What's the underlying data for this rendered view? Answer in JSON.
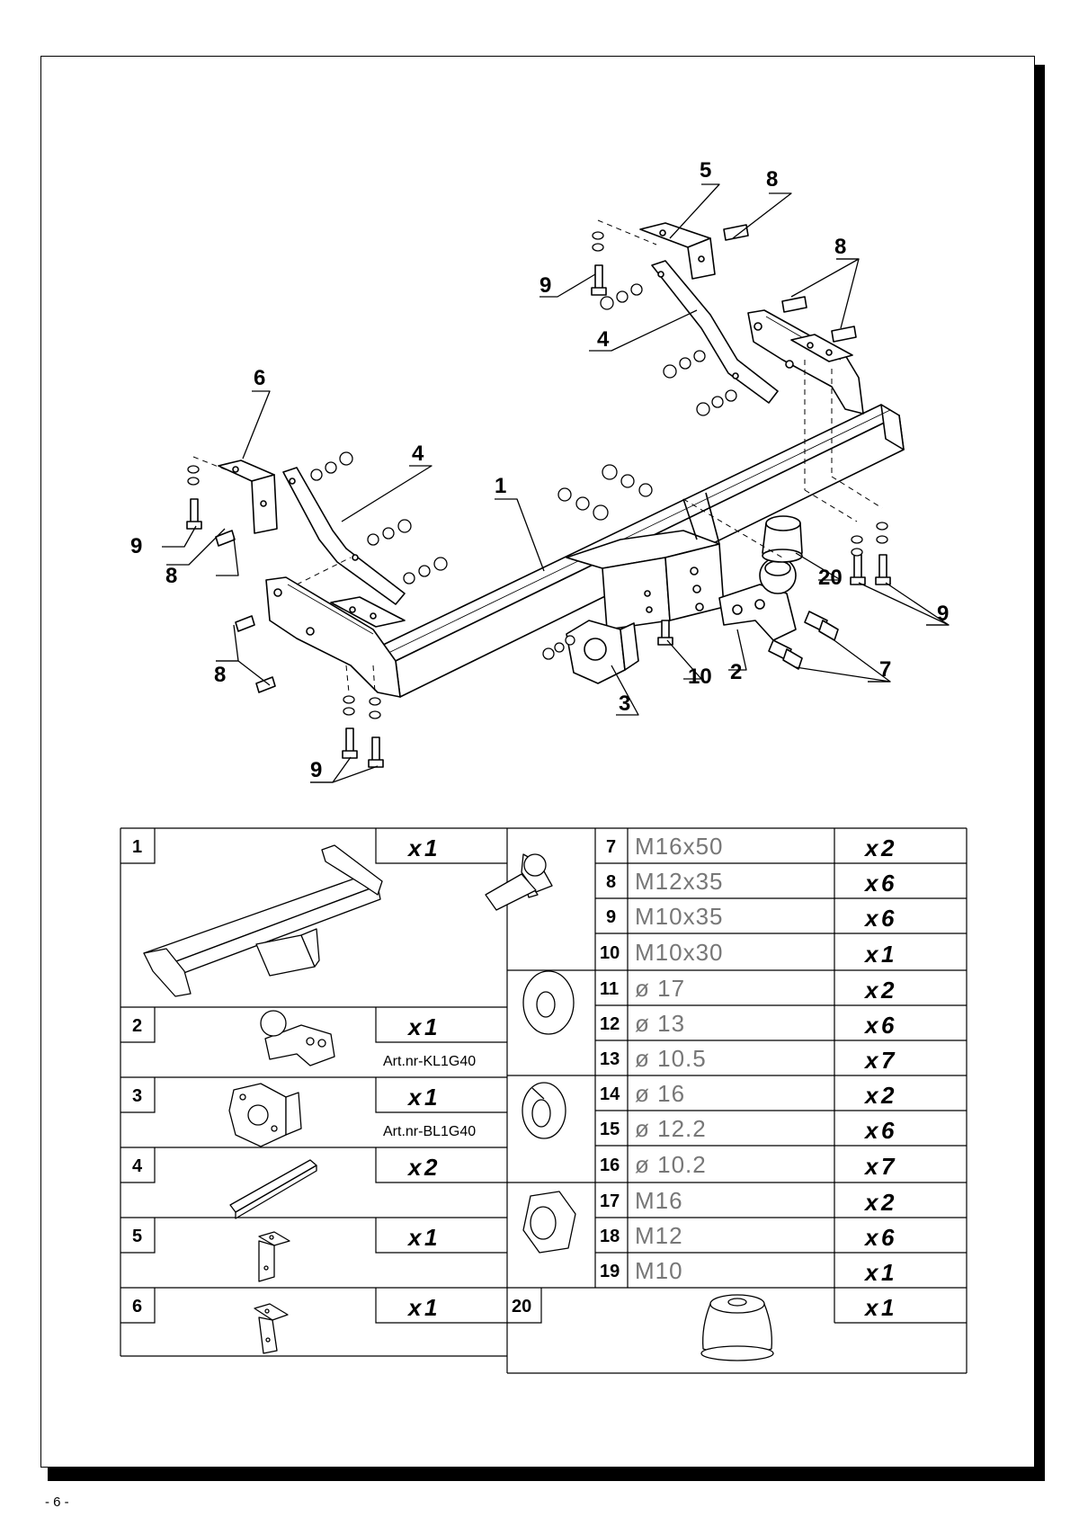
{
  "page": {
    "number": "- 6 -"
  },
  "diagram": {
    "labels": {
      "l1": "1",
      "l2": "2",
      "l3": "3",
      "l4a": "4",
      "l4b": "4",
      "l5": "5",
      "l6": "6",
      "l7": "7",
      "l8a": "8",
      "l8b": "8",
      "l8c": "8",
      "l8d": "8",
      "l9a": "9",
      "l9b": "9",
      "l9c": "9",
      "l9d": "9",
      "l10": "10",
      "l20": "20"
    }
  },
  "parts_left": [
    {
      "num": "1",
      "qty_prefix": "x",
      "qty": "1",
      "art": ""
    },
    {
      "num": "2",
      "qty_prefix": "x",
      "qty": "1",
      "art": "Art.nr-KL1G40"
    },
    {
      "num": "3",
      "qty_prefix": "x",
      "qty": "1",
      "art": "Art.nr-BL1G40"
    },
    {
      "num": "4",
      "qty_prefix": "x",
      "qty": "2",
      "art": ""
    },
    {
      "num": "5",
      "qty_prefix": "x",
      "qty": "1",
      "art": ""
    },
    {
      "num": "6",
      "qty_prefix": "x",
      "qty": "1",
      "art": ""
    }
  ],
  "parts_right": [
    {
      "num": "7",
      "spec": "M16x50",
      "qty_prefix": "x",
      "qty": "2",
      "group": "bolt"
    },
    {
      "num": "8",
      "spec": "M12x35",
      "qty_prefix": "x",
      "qty": "6",
      "group": "bolt"
    },
    {
      "num": "9",
      "spec": "M10x35",
      "qty_prefix": "x",
      "qty": "6",
      "group": "bolt"
    },
    {
      "num": "10",
      "spec": "M10x30",
      "qty_prefix": "x",
      "qty": "1",
      "group": "bolt"
    },
    {
      "num": "11",
      "spec": "ø 17",
      "qty_prefix": "x",
      "qty": "2",
      "group": "washer"
    },
    {
      "num": "12",
      "spec": "ø 13",
      "qty_prefix": "x",
      "qty": "6",
      "group": "washer"
    },
    {
      "num": "13",
      "spec": "ø 10.5",
      "qty_prefix": "x",
      "qty": "7",
      "group": "washer"
    },
    {
      "num": "14",
      "spec": "ø 16",
      "qty_prefix": "x",
      "qty": "2",
      "group": "spring-washer"
    },
    {
      "num": "15",
      "spec": "ø 12.2",
      "qty_prefix": "x",
      "qty": "6",
      "group": "spring-washer"
    },
    {
      "num": "16",
      "spec": "ø 10.2",
      "qty_prefix": "x",
      "qty": "7",
      "group": "spring-washer"
    },
    {
      "num": "17",
      "spec": "M16",
      "qty_prefix": "x",
      "qty": "2",
      "group": "nut"
    },
    {
      "num": "18",
      "spec": "M12",
      "qty_prefix": "x",
      "qty": "6",
      "group": "nut"
    },
    {
      "num": "19",
      "spec": "M10",
      "qty_prefix": "x",
      "qty": "1",
      "group": "nut"
    }
  ],
  "part_20": {
    "num": "20",
    "qty_prefix": "x",
    "qty": "1"
  }
}
